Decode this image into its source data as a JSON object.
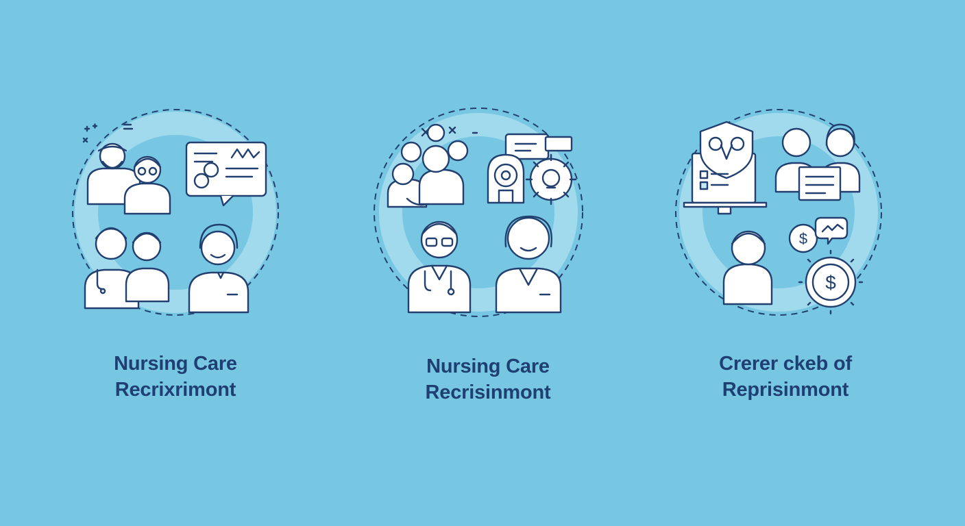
{
  "panels": [
    {
      "caption_line1": "Nursing Care",
      "caption_line2": "Recrixrimont"
    },
    {
      "caption_line1": "Nursing Care",
      "caption_line2": "Recrisinmont"
    },
    {
      "caption_line1": "Crerer ckeb of",
      "caption_line2": "Reprisinmont"
    }
  ],
  "icons": {
    "panel1": [
      "elderly-man-icon",
      "woman-with-glasses-icon",
      "presentation-board-icon",
      "nurse-with-stethoscope-icon",
      "colleague-icon",
      "receptionist-with-headset-icon"
    ],
    "panel2": [
      "group-of-people-icon",
      "medical-device-icon",
      "gear-lightbulb-icon",
      "doctor-with-glasses-icon",
      "female-doctor-icon"
    ],
    "panel3": [
      "security-shield-monitor-icon",
      "two-people-with-document-icon",
      "dollar-chart-icon",
      "person-icon",
      "dollar-gear-icon"
    ]
  },
  "colors": {
    "background": "#77c7e3",
    "stroke": "#22406f",
    "ring": "#a8dcef",
    "caption": "#1f3f73"
  }
}
